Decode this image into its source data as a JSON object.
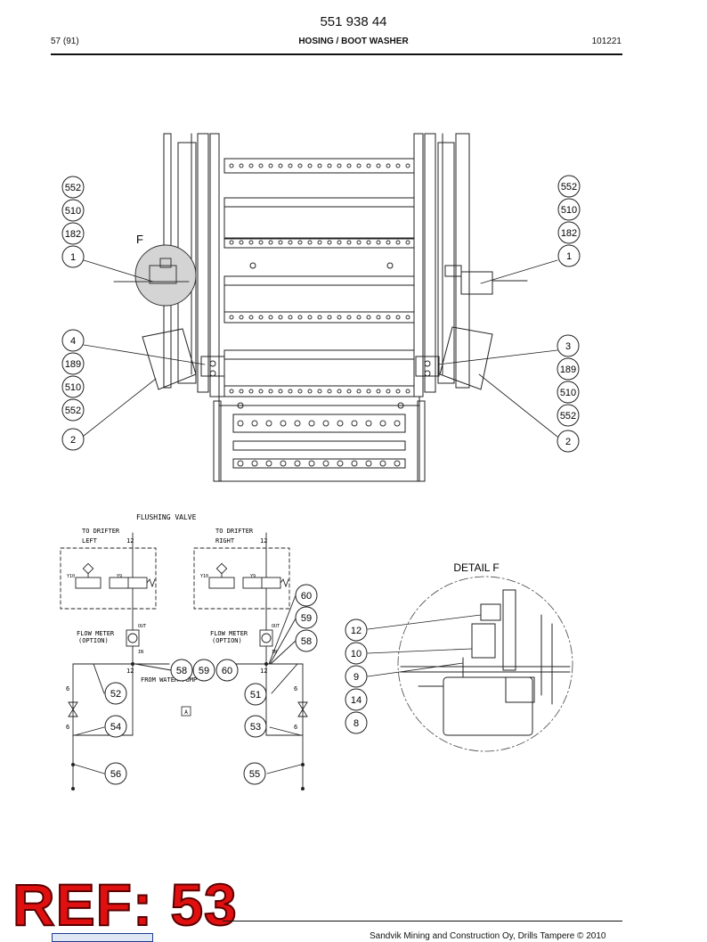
{
  "header": {
    "doc_number": "551 938 44",
    "page": "57 (91)",
    "section_title": "HOSING / BOOT WASHER",
    "date_code": "101221"
  },
  "callouts": {
    "left_upper": [
      "552",
      "510",
      "182",
      "1"
    ],
    "right_upper": [
      "552",
      "510",
      "182",
      "1"
    ],
    "left_lower": [
      "4",
      "189",
      "510",
      "552",
      "2"
    ],
    "right_lower": [
      "3",
      "189",
      "510",
      "552",
      "2"
    ],
    "detail_letter": "F"
  },
  "schematic": {
    "title": "FLUSHING VALVE",
    "left_outlet": "TO DRIFTER",
    "left_side": "LEFT",
    "right_outlet": "TO DRIFTER",
    "right_side": "RIGHT",
    "port_12": "12",
    "valve_y10": "Y10",
    "valve_y9": "Y9",
    "flow_meter": "FLOW METER",
    "option": "(OPTION)",
    "out_label": "OUT",
    "in_label": "IN",
    "from_water_pump": "FROM WATER PUMP",
    "pipe_6": "6",
    "marker_a": "A",
    "callouts": {
      "c60": "60",
      "c59": "59",
      "c58": "58",
      "m58": "58",
      "m59": "59",
      "m60": "60",
      "c52": "52",
      "c51": "51",
      "c54": "54",
      "c53": "53",
      "c56": "56",
      "c55": "55"
    }
  },
  "detail_f": {
    "title": "DETAIL F",
    "callouts": [
      "12",
      "10",
      "9",
      "14",
      "8"
    ]
  },
  "footer": {
    "ref_stamp": "REF: 53",
    "copyright": "Sandvik Mining and Construction Oy, Drills Tampere © 2010"
  }
}
